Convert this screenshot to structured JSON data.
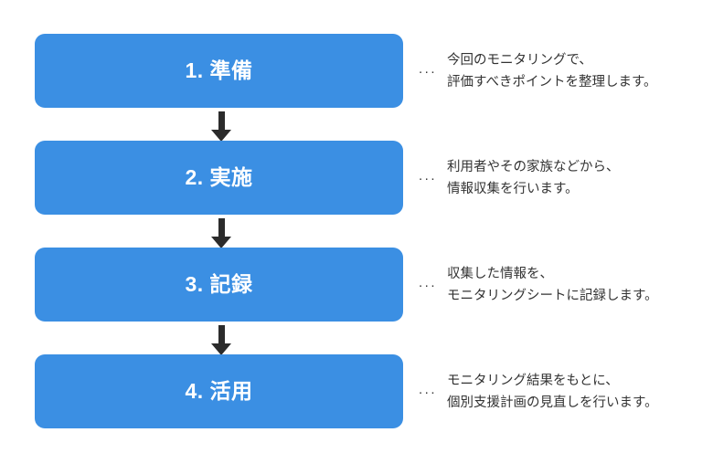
{
  "diagram": {
    "type": "vertical-flowchart",
    "accent_color": "#3B8FE3",
    "text_color": "#333333",
    "arrow_color": "#2b2b2b",
    "background_color": "#ffffff",
    "connector_glyph": "...",
    "steps": [
      {
        "label": "1. 準備",
        "note_line1": "今回のモニタリングで、",
        "note_line2": "評価すべきポイントを整理します。"
      },
      {
        "label": "2. 実施",
        "note_line1": "利用者やその家族などから、",
        "note_line2": "情報収集を行います。"
      },
      {
        "label": "3. 記録",
        "note_line1": "収集した情報を、",
        "note_line2": "モニタリングシートに記録します。"
      },
      {
        "label": "4. 活用",
        "note_line1": "モニタリング結果をもとに、",
        "note_line2": "個別支援計画の見直しを行います。"
      }
    ]
  }
}
